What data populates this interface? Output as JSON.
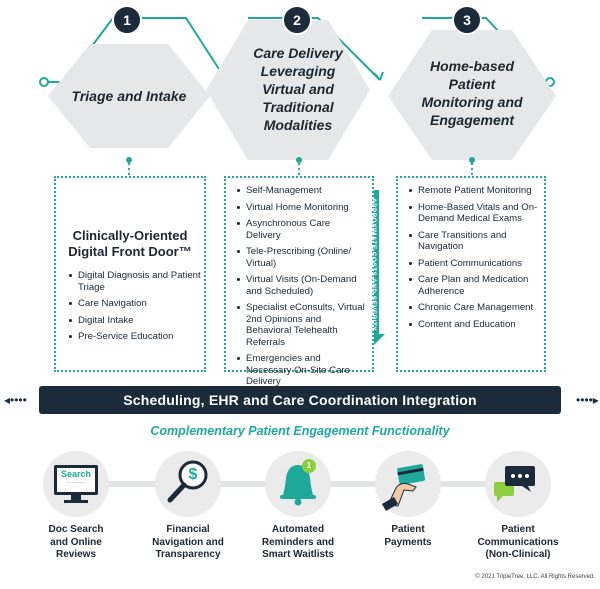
{
  "steps": [
    {
      "number": "1",
      "title_lines": [
        "Triage and Intake"
      ]
    },
    {
      "number": "2",
      "title_lines": [
        "Care Delivery",
        "Leveraging",
        "Virtual and",
        "Traditional",
        "Modalities"
      ]
    },
    {
      "number": "3",
      "title_lines": [
        "Home-based",
        "Patient",
        "Monitoring and",
        "Engagement"
      ]
    }
  ],
  "box1": {
    "title_lines": [
      "Clinically-Oriented",
      "Digital Front Door™"
    ],
    "items": [
      "Digital Diagnosis and Patient Triage",
      "Care Navigation",
      "Digital Intake",
      "Pre-Service Education"
    ]
  },
  "box2": {
    "items": [
      "Self-Management",
      "Virtual Home Monitoring",
      "Asynchronous Care Delivery",
      "Tele-Prescribing (Online/ Virtual)",
      "Virtual Visits (On-Demand and Scheduled)",
      "Specialist eConsults, Virtual 2nd Opinions and Behavioral Telehealth Referrals",
      "Emergencies and Necessary On-Site Care Delivery"
    ],
    "cost_label": "APPROXIMATE COSTS AND SEVERITY"
  },
  "box3": {
    "items": [
      "Remote Patient Monitoring",
      "Home-Based Vitals and On-Demand Medical Exams",
      "Care Transitions and Navigation",
      "Patient Communications",
      "Care Plan and Medication Adherence",
      "Chronic Care Management",
      "Content and Education"
    ]
  },
  "integration_band": "Scheduling, EHR and Care Coordination Integration",
  "arrow_left": "◂••••",
  "arrow_right": "••••▸",
  "subtitle": "Complementary Patient Engagement Functionality",
  "features": [
    {
      "icon": "search-monitor-icon",
      "label_lines": [
        "Doc Search",
        "and Online",
        "Reviews"
      ],
      "screen_text": "Search",
      "screen_sub": "..........."
    },
    {
      "icon": "dollar-magnifier-icon",
      "label_lines": [
        "Financial",
        "Navigation and",
        "Transparency"
      ],
      "glyph": "$"
    },
    {
      "icon": "bell-icon",
      "label_lines": [
        "Automated",
        "Reminders and",
        "Smart Waitlists"
      ],
      "badge": "1"
    },
    {
      "icon": "card-payment-icon",
      "label_lines": [
        "Patient",
        "Payments"
      ]
    },
    {
      "icon": "chat-bubbles-icon",
      "label_lines": [
        "Patient",
        "Communications",
        "(Non-Clinical)"
      ]
    }
  ],
  "copyright": "© 2021 TripleTree, LLC. All Rights Reserved.",
  "colors": {
    "teal": "#1ea99b",
    "navy": "#1b2b3a",
    "hex_fill": "#e6e7e8",
    "circle_fill": "#ebebec"
  }
}
